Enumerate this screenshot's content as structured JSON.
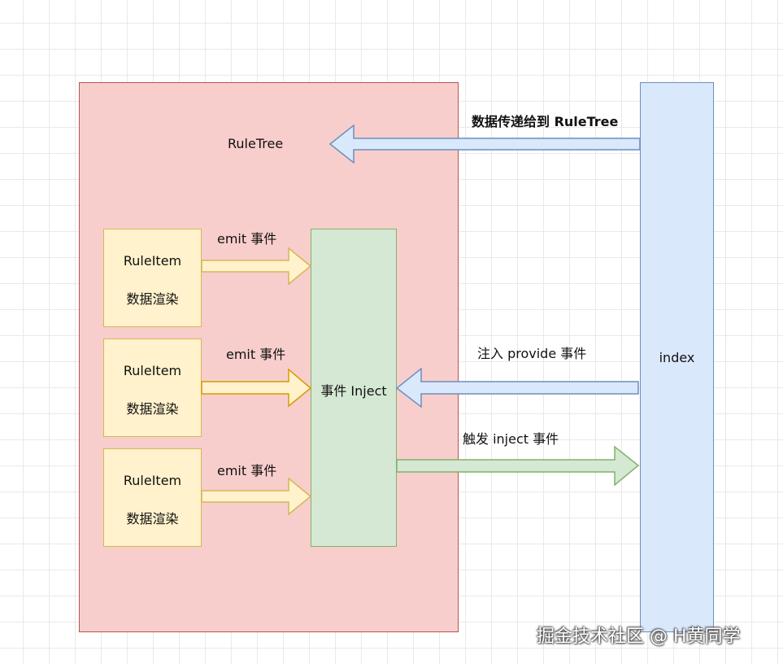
{
  "ruletree": {
    "label": "RuleTree"
  },
  "index": {
    "label": "index"
  },
  "inject": {
    "label": "事件 Inject"
  },
  "rule_items": [
    {
      "name": "RuleItem",
      "desc": "数据渲染"
    },
    {
      "name": "RuleItem",
      "desc": "数据渲染"
    },
    {
      "name": "RuleItem",
      "desc": "数据渲染"
    }
  ],
  "edges": {
    "pass_data": "数据传递给到 RuleTree",
    "emit": [
      "emit 事件",
      "emit 事件",
      "emit 事件"
    ],
    "provide": "注入 provide 事件",
    "trigger": "触发 inject 事件"
  },
  "colors": {
    "ruletree_fill": "#f8cecc",
    "ruletree_stroke": "#b85450",
    "index_fill": "#dae8fc",
    "index_stroke": "#6c8ebf",
    "inject_fill": "#d5e8d4",
    "inject_stroke": "#82b366",
    "item_fill": "#fff2cc",
    "item_stroke": "#d6b656"
  },
  "watermark": "掘金技术社区 @ H黄同学"
}
